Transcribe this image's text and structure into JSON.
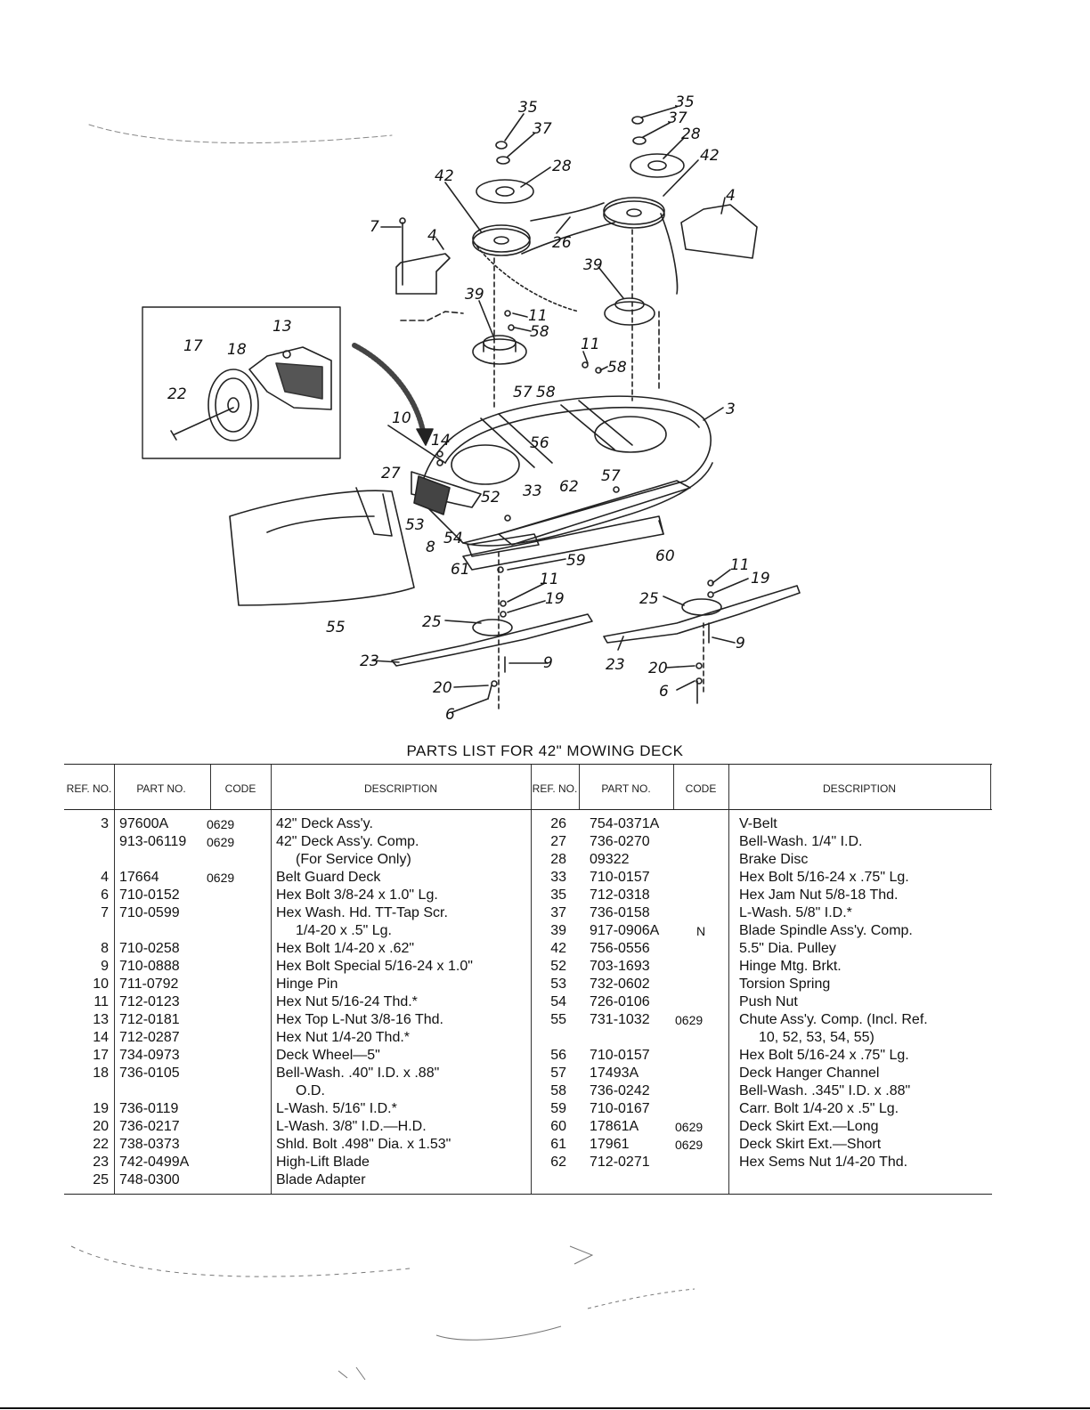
{
  "diagram": {
    "callouts": [
      "35",
      "37",
      "28",
      "42",
      "35",
      "37",
      "28",
      "42",
      "7",
      "4",
      "4",
      "26",
      "39",
      "39",
      "11",
      "58",
      "11",
      "58",
      "13",
      "17",
      "18",
      "22",
      "57",
      "58",
      "10",
      "14",
      "56",
      "3",
      "27",
      "57",
      "52",
      "33",
      "62",
      "53",
      "8",
      "54",
      "61",
      "59",
      "60",
      "55",
      "11",
      "19",
      "11",
      "19",
      "25",
      "25",
      "23",
      "9",
      "9",
      "23",
      "20",
      "20",
      "6",
      "6"
    ]
  },
  "parts_list": {
    "title": "PARTS LIST FOR 42\" MOWING DECK",
    "headers": {
      "ref": "REF. NO.",
      "part": "PART NO.",
      "code": "CODE",
      "description": "DESCRIPTION"
    },
    "left": [
      {
        "ref": "3",
        "part": "97600A",
        "code": "0629",
        "desc": "42\" Deck Ass'y."
      },
      {
        "ref": "",
        "part": "913-06119",
        "code": "0629",
        "desc": "42\" Deck Ass'y. Comp."
      },
      {
        "ref": "",
        "part": "",
        "code": "",
        "desc": "(For Service Only)"
      },
      {
        "ref": "4",
        "part": "17664",
        "code": "0629",
        "desc": "Belt Guard Deck"
      },
      {
        "ref": "6",
        "part": "710-0152",
        "code": "",
        "desc": "Hex Bolt 3/8-24 x 1.0\" Lg."
      },
      {
        "ref": "7",
        "part": "710-0599",
        "code": "",
        "desc": "Hex Wash. Hd. TT-Tap Scr."
      },
      {
        "ref": "",
        "part": "",
        "code": "",
        "desc": "1/4-20 x .5\" Lg."
      },
      {
        "ref": "8",
        "part": "710-0258",
        "code": "",
        "desc": "Hex Bolt 1/4-20 x .62\""
      },
      {
        "ref": "9",
        "part": "710-0888",
        "code": "",
        "desc": "Hex Bolt Special 5/16-24 x 1.0\""
      },
      {
        "ref": "10",
        "part": "711-0792",
        "code": "",
        "desc": "Hinge Pin"
      },
      {
        "ref": "11",
        "part": "712-0123",
        "code": "",
        "desc": "Hex Nut 5/16-24 Thd.*"
      },
      {
        "ref": "13",
        "part": "712-0181",
        "code": "",
        "desc": "Hex Top L-Nut 3/8-16 Thd."
      },
      {
        "ref": "14",
        "part": "712-0287",
        "code": "",
        "desc": "Hex Nut 1/4-20 Thd.*"
      },
      {
        "ref": "17",
        "part": "734-0973",
        "code": "",
        "desc": "Deck Wheel—5\""
      },
      {
        "ref": "18",
        "part": "736-0105",
        "code": "",
        "desc": "Bell-Wash. .40\" I.D. x .88\""
      },
      {
        "ref": "",
        "part": "",
        "code": "",
        "desc": "O.D."
      },
      {
        "ref": "19",
        "part": "736-0119",
        "code": "",
        "desc": "L-Wash. 5/16\" I.D.*"
      },
      {
        "ref": "20",
        "part": "736-0217",
        "code": "",
        "desc": "L-Wash. 3/8\" I.D.—H.D."
      },
      {
        "ref": "22",
        "part": "738-0373",
        "code": "",
        "desc": "Shld. Bolt .498\" Dia. x 1.53\""
      },
      {
        "ref": "23",
        "part": "742-0499A",
        "code": "",
        "desc": "High-Lift Blade"
      },
      {
        "ref": "25",
        "part": "748-0300",
        "code": "",
        "desc": "Blade Adapter"
      }
    ],
    "right": [
      {
        "ref": "26",
        "part": "754-0371A",
        "code": "",
        "desc": "V-Belt"
      },
      {
        "ref": "27",
        "part": "736-0270",
        "code": "",
        "desc": "Bell-Wash. 1/4\" I.D."
      },
      {
        "ref": "28",
        "part": "09322",
        "code": "",
        "desc": "Brake Disc"
      },
      {
        "ref": "33",
        "part": "710-0157",
        "code": "",
        "desc": "Hex Bolt 5/16-24 x .75\" Lg."
      },
      {
        "ref": "35",
        "part": "712-0318",
        "code": "",
        "desc": "Hex Jam Nut 5/8-18 Thd."
      },
      {
        "ref": "37",
        "part": "736-0158",
        "code": "",
        "desc": "L-Wash. 5/8\" I.D.*"
      },
      {
        "ref": "39",
        "part": "917-0906A",
        "code": "N",
        "desc": "Blade Spindle Ass'y. Comp."
      },
      {
        "ref": "42",
        "part": "756-0556",
        "code": "",
        "desc": "5.5\" Dia. Pulley"
      },
      {
        "ref": "52",
        "part": "703-1693",
        "code": "",
        "desc": "Hinge Mtg. Brkt."
      },
      {
        "ref": "53",
        "part": "732-0602",
        "code": "",
        "desc": "Torsion Spring"
      },
      {
        "ref": "54",
        "part": "726-0106",
        "code": "",
        "desc": "Push Nut"
      },
      {
        "ref": "55",
        "part": "731-1032",
        "code": "0629",
        "desc": "Chute Ass'y. Comp. (Incl. Ref."
      },
      {
        "ref": "",
        "part": "",
        "code": "",
        "desc": "10, 52, 53, 54, 55)"
      },
      {
        "ref": "56",
        "part": "710-0157",
        "code": "",
        "desc": "Hex Bolt 5/16-24 x .75\" Lg."
      },
      {
        "ref": "57",
        "part": "17493A",
        "code": "",
        "desc": "Deck Hanger Channel"
      },
      {
        "ref": "58",
        "part": "736-0242",
        "code": "",
        "desc": "Bell-Wash. .345\" I.D. x .88\""
      },
      {
        "ref": "59",
        "part": "710-0167",
        "code": "",
        "desc": "Carr. Bolt 1/4-20 x .5\" Lg."
      },
      {
        "ref": "60",
        "part": "17861A",
        "code": "0629",
        "desc": "Deck Skirt Ext.—Long"
      },
      {
        "ref": "61",
        "part": "17961",
        "code": "0629",
        "desc": "Deck Skirt Ext.—Short"
      },
      {
        "ref": "62",
        "part": "712-0271",
        "code": "",
        "desc": "Hex Sems Nut 1/4-20 Thd."
      }
    ]
  }
}
